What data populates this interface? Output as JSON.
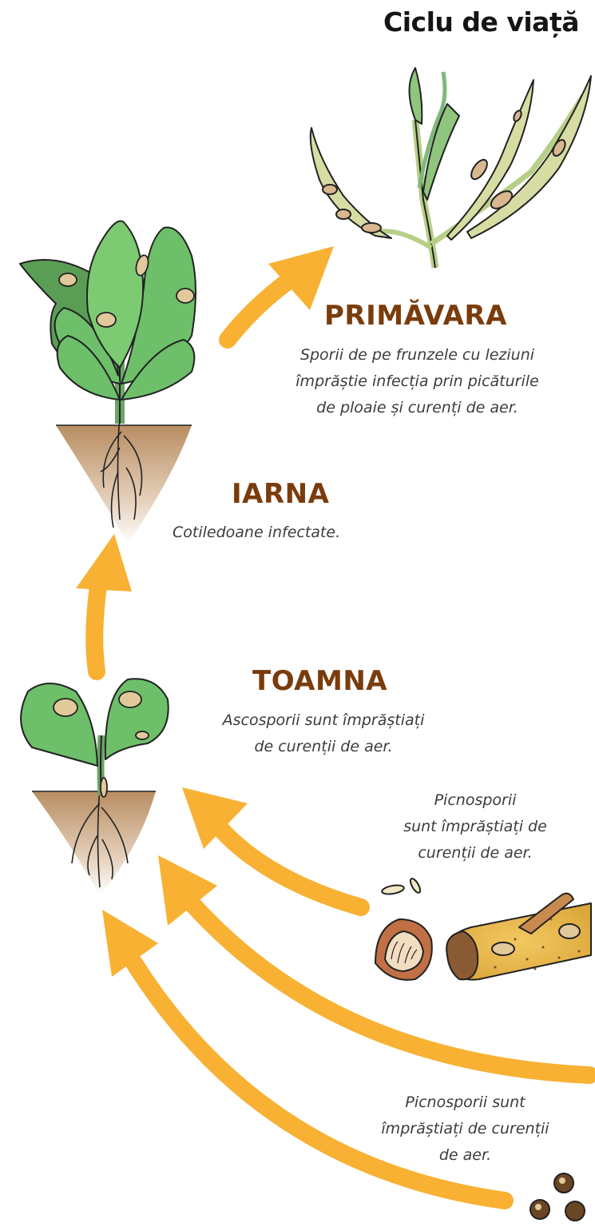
{
  "title": "Ciclu de viață",
  "stages": {
    "spring": {
      "name": "PRIMĂVARA",
      "lines": [
        "Sporii de pe frunzele cu leziuni",
        "împrăștie infecția prin picăturile",
        "de ploaie și curenți de aer."
      ]
    },
    "winter": {
      "name": "IARNA",
      "lines": [
        "Cotiledoane infectate."
      ]
    },
    "autumn": {
      "name": "TOAMNA",
      "lines": [
        "Ascosporii sunt împrăștiați",
        "de curenții de aer."
      ]
    },
    "pycnidia_stubble": {
      "lines": [
        "Picnosporii",
        "sunt împrăștiați de",
        "curenții de aer."
      ]
    },
    "seeds": {
      "lines": [
        "Picnosporii sunt",
        "împrăștiați de curenții",
        "de aer."
      ]
    }
  },
  "colors": {
    "arrow": "#f8b133",
    "season_text": "#7a3c0c",
    "leaf": "#6dbf6a",
    "leaf_dark": "#4e9a4c",
    "soil": "#c9a57f"
  },
  "icons": [
    "arrow-up-right-icon",
    "arrow-up-icon",
    "curved-arrow-icon",
    "siliques-illustration",
    "mature-plant-illustration",
    "seedling-illustration",
    "pycnidium-illustration",
    "stubble-illustration",
    "seeds-illustration"
  ]
}
